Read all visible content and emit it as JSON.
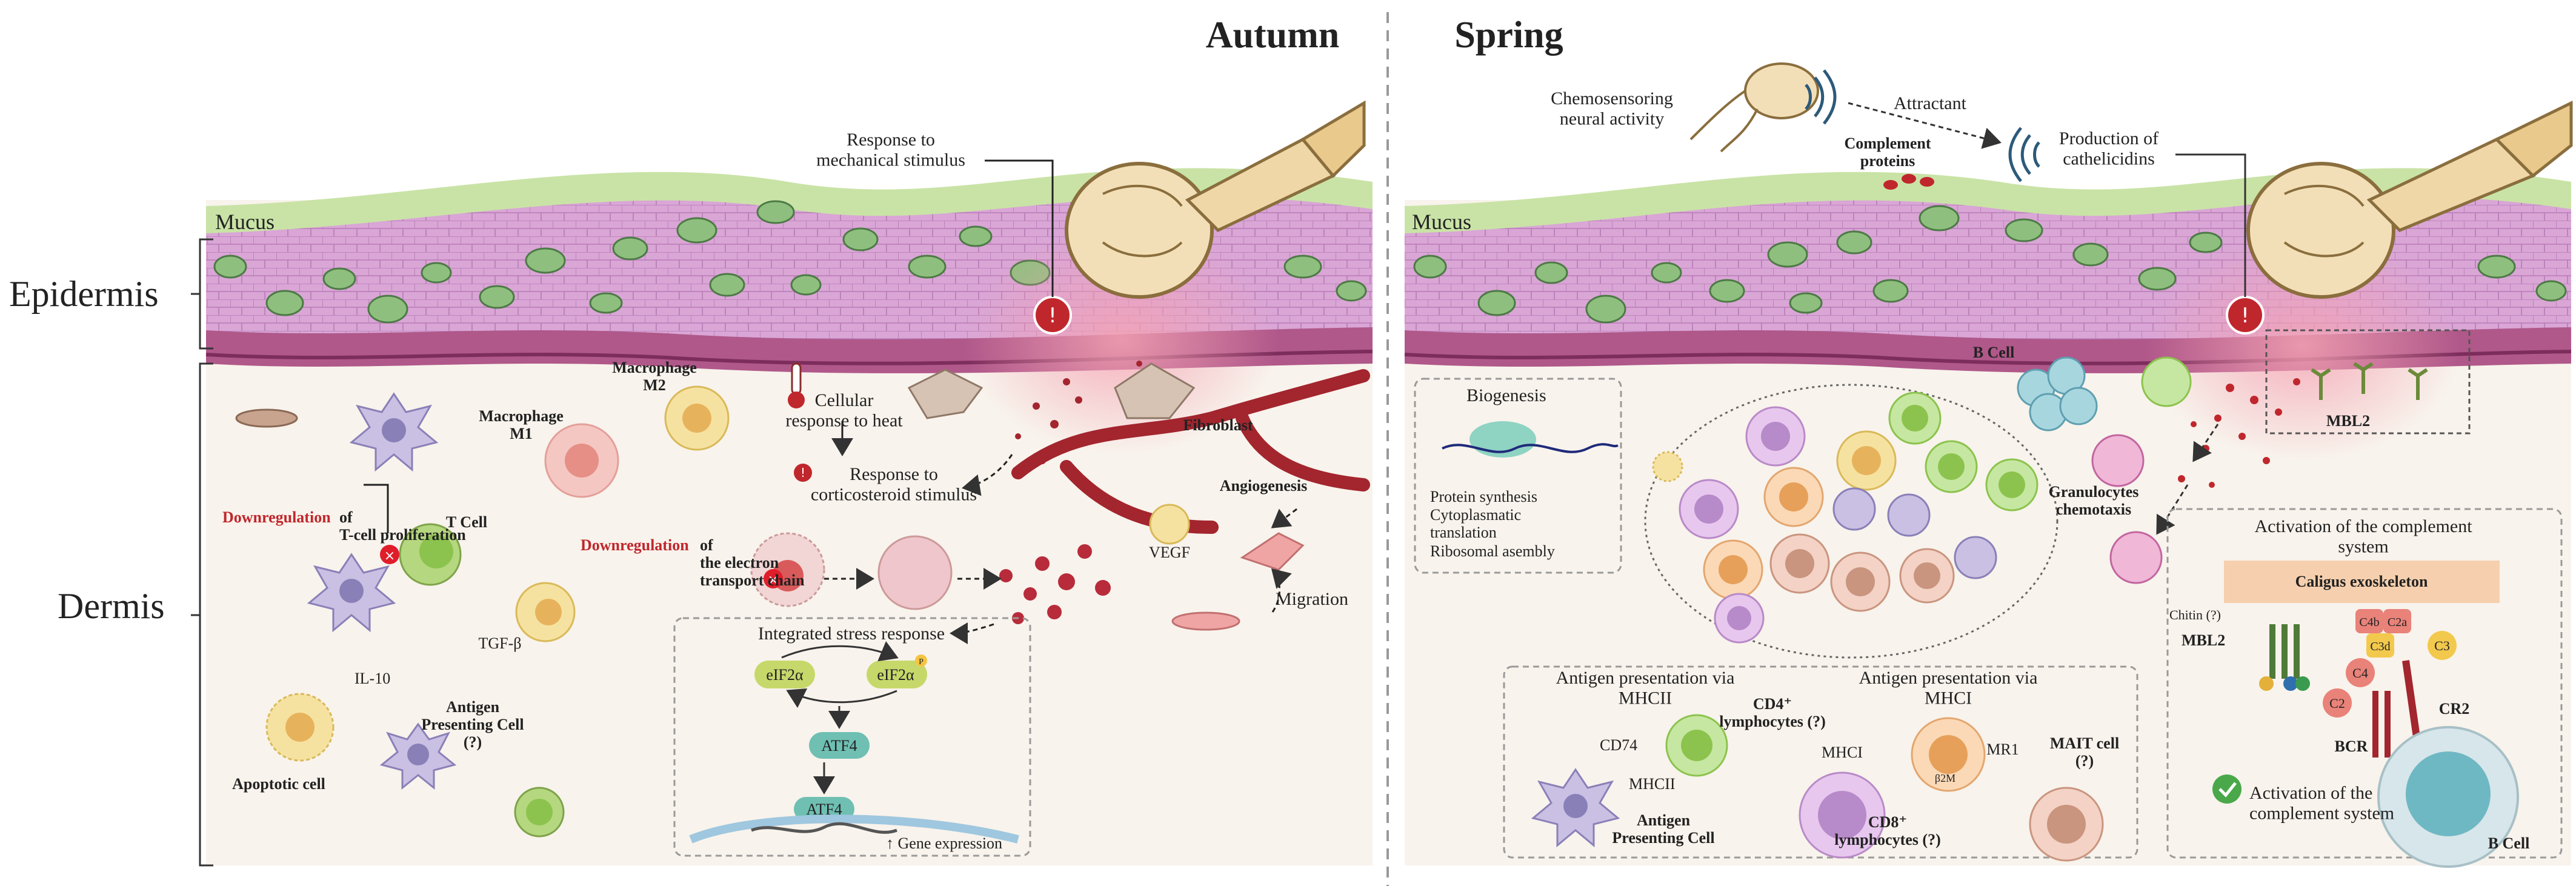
{
  "sections": {
    "autumn": {
      "title": "Autumn",
      "color": "#8a3a12"
    },
    "spring": {
      "title": "Spring",
      "color": "#2e6b1f"
    }
  },
  "layers": {
    "epidermis": "Epidermis",
    "dermis": "Dermis",
    "mucus": "Mucus"
  },
  "autumn": {
    "mechanical": "Response to\nmechanical stimulus",
    "heat": "Cellular\nresponse to heat",
    "corticosteroid": "Response to\ncorticosteroid stimulus",
    "macrophage_m1": "Macrophage\nM1",
    "macrophage_m2": "Macrophage\nM2",
    "fibroblast": "Fibroblast",
    "angiogenesis": "Angiogenesis",
    "vegf": "VEGF",
    "migration": "Migration",
    "downreg_word": "Downregulation",
    "tcell_downreg_rest": "of\nT-cell proliferation",
    "tcell": "T Cell",
    "tgf": "TGF-β",
    "il10": "IL-10",
    "apc": "Antigen\nPresenting Cell\n(?)",
    "apoptotic": "Apoptotic cell",
    "etc_downreg_rest": "of\nthe electron\ntransport chain",
    "isr_title": "Integrated stress response",
    "eif2a": "eIF2α",
    "eif2a_p": "eIF2α",
    "p_mark": "P",
    "atf4_a": "ATF4",
    "atf4_b": "ATF4",
    "gene_expression": "↑ Gene expression"
  },
  "spring": {
    "chemo": "Chemosensoring\nneural activity",
    "attractant": "Attractant",
    "complement_proteins": "Complement\nproteins",
    "cathelicidins": "Production of\ncathelicidins",
    "biogenesis_title": "Biogenesis",
    "biogenesis_items": [
      "Protein synthesis",
      "Cytoplasmatic\ntranslation",
      "Ribosomal asembly"
    ],
    "bcell_top": "B Cell",
    "granulocytes": "Granulocytes\nchemotaxis",
    "mbl2_top": "MBL2",
    "activation_title": "Activation of the complement\nsystem",
    "caligus": "Caligus exoskeleton",
    "chitin": "Chitin (?)",
    "mbl2": "MBL2",
    "c4b": "C4b",
    "c2a": "C2a",
    "c3d": "C3d",
    "c3": "C3",
    "c4": "C4",
    "c2": "C2",
    "bcr": "BCR",
    "cr2": "CR2",
    "activation_check": "Activation of the\ncomplement system",
    "bcell_bottom": "B Cell",
    "mhcii_title": "Antigen presentation via\nMHCII",
    "mhci_title": "Antigen presentation via\nMHCI",
    "cd74": "CD74",
    "mhcii": "MHCII",
    "cd4": "CD4⁺\nlymphocytes (?)",
    "apc": "Antigen\nPresenting Cell",
    "mhci": "MHCI",
    "mr1": "MR1",
    "b2m": "β2M",
    "mait": "MAIT cell\n(?)",
    "cd8": "CD8⁺\nlymphocytes (?)"
  },
  "colors": {
    "epidermis": "#d7a3d2",
    "mucus": "#c9e3a6",
    "basement": "#a04a7a",
    "dermis": "#f8f3ec",
    "vessel": "#a3252e",
    "box_stroke": "#9a9a9a"
  },
  "icons": [
    "thermometer-icon",
    "alert-icon",
    "sound-wave-icon",
    "check-icon",
    "sea-louse-icon"
  ]
}
